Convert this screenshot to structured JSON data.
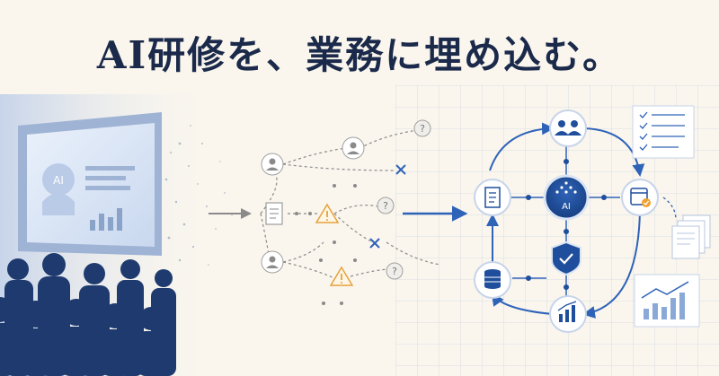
{
  "headline": "AI研修を、業務に埋め込む。",
  "screen": {
    "ai_label": "AI"
  },
  "hub": {
    "ai_label": "AI"
  },
  "unknown_glyph": "?",
  "colors": {
    "navy": "#1b2a4a",
    "accent_blue": "#2f63b8",
    "hub_blue": "#1f4f9c",
    "warning_orange": "#e6a23c",
    "check_orange": "#f0a030",
    "gray": "#8a8a8a",
    "background": "#faf6ee"
  },
  "icons": {
    "team": "people-group-icon",
    "document": "document-icon",
    "calendar": "calendar-check-icon",
    "database": "database-icon",
    "chart": "bar-chart-icon",
    "shield": "shield-check-icon",
    "checklist": "checklist-icon",
    "warning": "warning-icon",
    "person": "person-icon",
    "cross": "cross-icon",
    "question": "question-icon"
  }
}
